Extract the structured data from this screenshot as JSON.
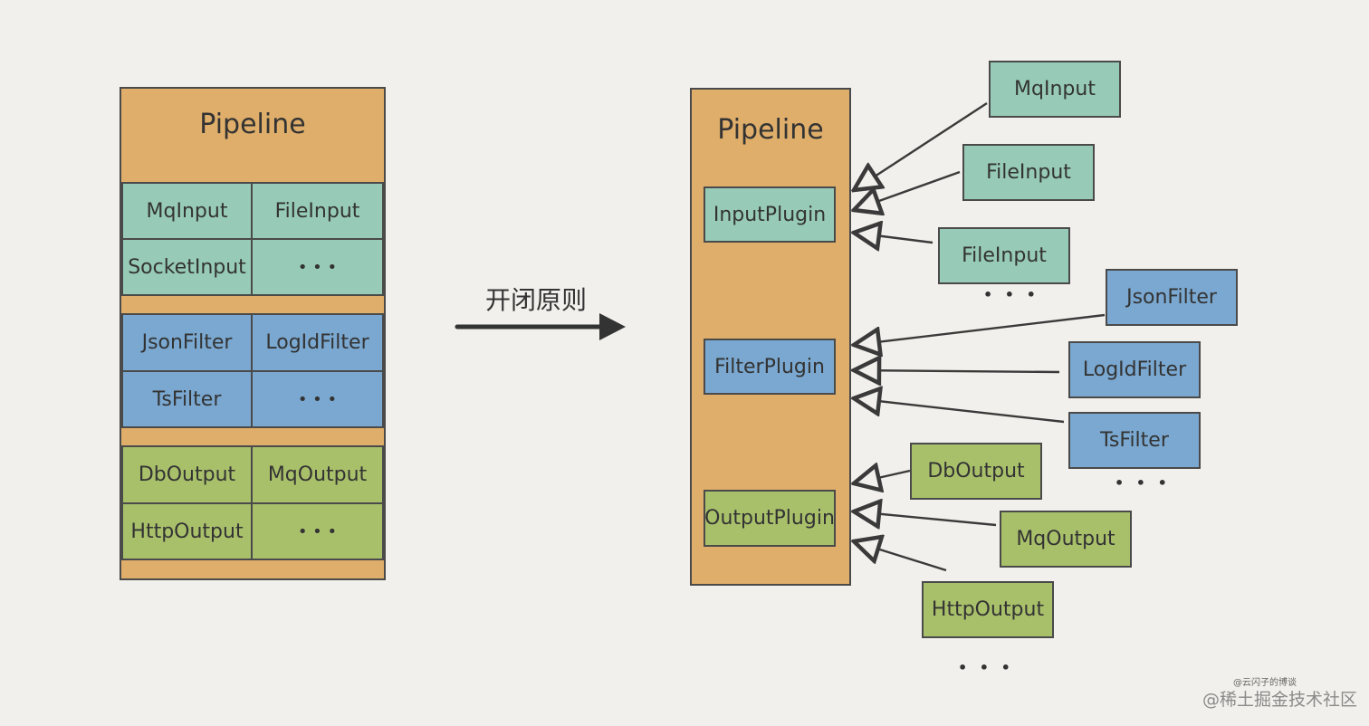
{
  "left": {
    "title": "Pipeline",
    "input_row1": [
      "MqInput",
      "FileInput"
    ],
    "input_row2": [
      "SocketInput",
      "• • •"
    ],
    "filter_row1": [
      "JsonFilter",
      "LogIdFilter"
    ],
    "filter_row2": [
      "TsFilter",
      "• • •"
    ],
    "output_row1": [
      "DbOutput",
      "MqOutput"
    ],
    "output_row2": [
      "HttpOutput",
      "• • •"
    ]
  },
  "arrow_label": "开闭原则",
  "right": {
    "title": "Pipeline",
    "plugins": [
      "InputPlugin",
      "FilterPlugin",
      "OutputPlugin"
    ],
    "inputs": [
      "MqInput",
      "FileInput",
      "FileInput"
    ],
    "filters": [
      "JsonFilter",
      "LogIdFilter",
      "TsFilter"
    ],
    "outputs": [
      "DbOutput",
      "MqOutput",
      "HttpOutput"
    ],
    "ellipsis": "• • •"
  },
  "watermark": {
    "small": "@云闪子的博谈",
    "main": "@稀土掘金技术社区"
  },
  "colors": {
    "pipeline": "#dfae6a",
    "input": "#97cbb8",
    "filter": "#7aa8d0",
    "output": "#a9c06b"
  }
}
